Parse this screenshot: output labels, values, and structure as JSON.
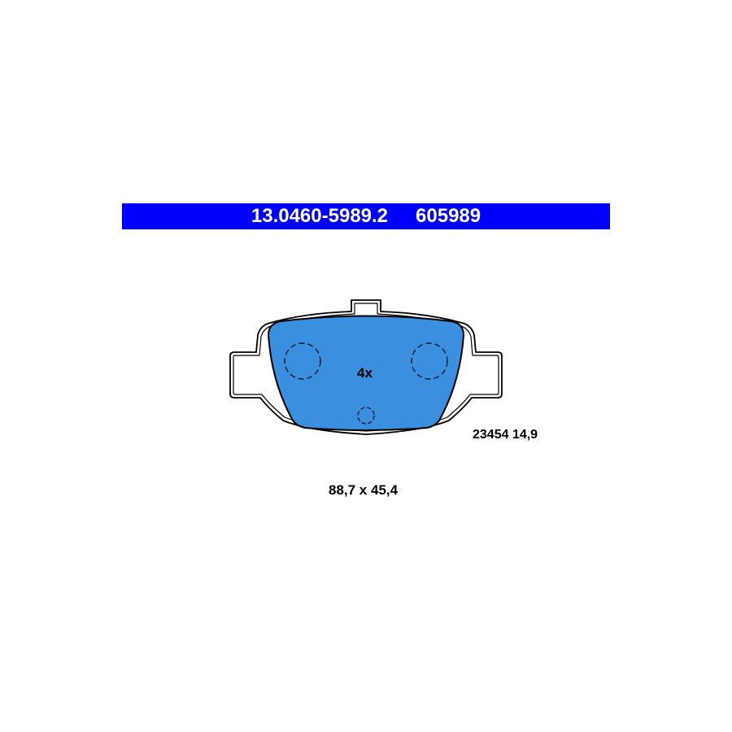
{
  "header": {
    "part_number": "13.0460-5989.2",
    "article_number": "605989",
    "background_color": "#0000ff",
    "text_color": "#ffffff"
  },
  "pad": {
    "quantity": "4x",
    "spec": "23454 14,9",
    "dimensions": "88,7 x 45,4",
    "friction_color": "#3a8fde",
    "backplate_color": "#ffffff",
    "outline_color": "#000000"
  }
}
